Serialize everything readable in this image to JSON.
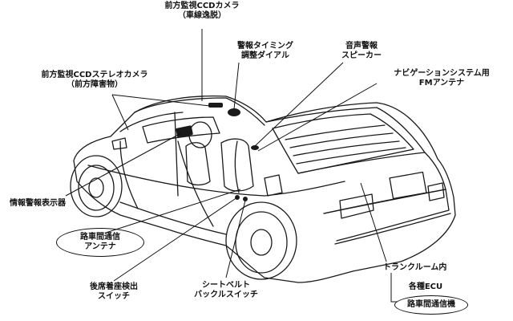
{
  "labels": {
    "front_ccd_lane": [
      "前方監視CCDカメラ",
      "（車線逸脱）"
    ],
    "alarm_timing_dial": [
      "警報タイミング",
      "調整ダイアル"
    ],
    "voice_alarm_speaker": [
      "音声警報",
      "スピーカー"
    ],
    "navigation_fm_antenna": [
      "ナビゲーションシステム用",
      "FMアンテナ"
    ],
    "front_ccd_stereo": [
      "前方監視CCDステレオカメラ",
      "（前方障害物）"
    ],
    "info_alarm_display": "情報警報表示器",
    "road_vehicle_antenna": [
      "路車間通信",
      "アンテナ"
    ],
    "rear_seat_sensor": [
      "後席着座検出",
      "スイッチ"
    ],
    "seatbelt_buckle_switch": [
      "シートベルト",
      "バックルスイッチ"
    ],
    "trunk_room": "トランクルーム内",
    "various_ecu": "各種ECU",
    "road_vehicle_comm_unit": "路車間通信機"
  },
  "colors": {
    "ink": "#111111",
    "background": "#ffffff"
  }
}
